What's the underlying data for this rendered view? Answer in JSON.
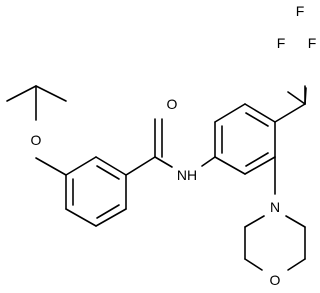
{
  "molecule": {
    "atoms": {
      "carbonyl_oxygen": "O",
      "ether_oxygen": "O",
      "amide_nitrogen": "NH",
      "morpholine_nitrogen": "N",
      "morpholine_oxygen": "O",
      "fluorine_1": "F",
      "fluorine_2": "F",
      "fluorine_3": "F"
    }
  }
}
